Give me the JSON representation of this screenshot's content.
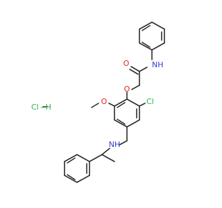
{
  "molecule": {
    "atoms": {
      "amide_o": {
        "label": "O",
        "color": "#e8211b"
      },
      "amide_nh": {
        "label": "NH",
        "color": "#2f3fd0"
      },
      "ether_o": {
        "label": "O",
        "color": "#e8211b"
      },
      "methoxy_o": {
        "label": "O",
        "color": "#e8211b"
      },
      "chloro": {
        "label": "Cl",
        "color": "#2bb34a"
      },
      "amine_nh": {
        "label": "NH",
        "color": "#2f3fd0"
      }
    },
    "salt": {
      "label": "Cl – H",
      "color": "#2bb34a"
    },
    "bond_color": "#2b2b2b"
  }
}
